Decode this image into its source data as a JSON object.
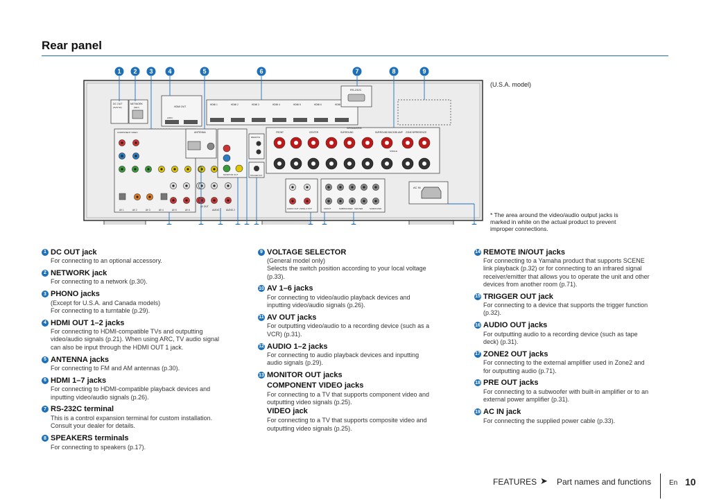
{
  "page": {
    "title": "Rear panel",
    "model_label": "(U.S.A. model)",
    "note": "* The area around the video/audio output jacks is marked in white on the actual product to prevent improper connections."
  },
  "panel_labels": {
    "dc_out": "DC OUT",
    "dc_out_sub": "(5V/0.5A)",
    "network": "NETWORK",
    "network_sub": "(NET)",
    "hdmi_out": "HDMI OUT",
    "arc": "(ARC)",
    "hdmi_inputs": [
      "HDMI 1",
      "HDMI 2",
      "HDMI 3",
      "HDMI 4",
      "HDMI 5",
      "HDMI 6",
      "HDMI 7"
    ],
    "rs232c": "RS-232C",
    "speakers": "SPEAKERS",
    "antenna": "ANTENNA",
    "component_video": "COMPONENT VIDEO",
    "monitor_out": "MONITOR OUT",
    "remote": "REMOTE",
    "trigger_out": "TRIGGER OUT",
    "ac_in": "AC IN",
    "av_inputs": [
      "AV 1",
      "AV 2",
      "AV 3",
      "AV 4",
      "AV 5",
      "AV 6"
    ],
    "av_out": "AV OUT",
    "audio_inputs": [
      "AUDIO 1",
      "AUDIO 2"
    ],
    "audio_out": "AUDIO OUT",
    "zone2_out": "ZONE 2 OUT",
    "speaker_channels": [
      "FRONT",
      "CENTER",
      "SURROUND",
      "SURROUND BACK/BI-AMP",
      "ZONE B/PRESENCE"
    ],
    "pre_out": [
      "FRONT",
      "SUBWOOFER",
      "CENTER",
      "SURROUND"
    ],
    "single": "SINGLE"
  },
  "items": [
    {
      "num": "1",
      "title": "DC OUT jack",
      "desc": [
        "For connecting to an optional accessory."
      ]
    },
    {
      "num": "2",
      "title": "NETWORK jack",
      "desc": [
        "For connecting to a network (p.30)."
      ]
    },
    {
      "num": "3",
      "title": "PHONO jacks",
      "desc": [
        "(Except for U.S.A. and Canada models)",
        "For connecting to a turntable (p.29)."
      ]
    },
    {
      "num": "4",
      "title": "HDMI OUT 1–2 jacks",
      "desc": [
        "For connecting to HDMI-compatible TVs and outputting",
        "video/audio signals (p.21). When using ARC, TV audio signal",
        "can also be input through the HDMI OUT 1 jack."
      ]
    },
    {
      "num": "5",
      "title": "ANTENNA jacks",
      "desc": [
        "For connecting to FM and AM antennas (p.30)."
      ]
    },
    {
      "num": "6",
      "title": "HDMI 1–7 jacks",
      "desc": [
        "For connecting to HDMI-compatible playback devices and",
        "inputting video/audio signals (p.26)."
      ]
    },
    {
      "num": "7",
      "title": "RS-232C terminal",
      "desc": [
        "This is a control expansion terminal for custom installation.",
        "Consult your dealer for details."
      ]
    },
    {
      "num": "8",
      "title": "SPEAKERS terminals",
      "desc": [
        "For connecting to speakers (p.17)."
      ]
    },
    {
      "num": "9",
      "title": "VOLTAGE SELECTOR",
      "desc": [
        "(General model only)",
        "Selects the switch position according to your local voltage",
        "(p.33)."
      ]
    },
    {
      "num": "10",
      "title": "AV 1–6 jacks",
      "desc": [
        "For connecting to video/audio playback devices and",
        "inputting video/audio signals (p.26)."
      ]
    },
    {
      "num": "11",
      "title": "AV OUT jacks",
      "desc": [
        "For outputting video/audio to a recording device (such as a",
        "VCR) (p.31)."
      ]
    },
    {
      "num": "12",
      "title": "AUDIO 1–2 jacks",
      "desc": [
        "For connecting to audio playback devices and inputting",
        "audio signals (p.29)."
      ]
    },
    {
      "num": "13",
      "title": "MONITOR OUT jacks",
      "subtitle": "COMPONENT VIDEO jacks",
      "desc": [
        "For connecting to a TV that supports component video and",
        "outputting video signals (p.25)."
      ],
      "subtitle2": "VIDEO jack",
      "desc2": [
        "For connecting to a TV that supports composite video and",
        "outputting video signals (p.25)."
      ]
    },
    {
      "num": "14",
      "title": "REMOTE IN/OUT jacks",
      "desc": [
        "For connecting to a Yamaha product that supports SCENE",
        "link playback (p.32) or for connecting to an infrared signal",
        "receiver/emitter that allows you to operate the unit and other",
        "devices from another room (p.71)."
      ]
    },
    {
      "num": "15",
      "title": "TRIGGER OUT jack",
      "desc": [
        "For connecting to a device that supports the trigger function",
        "(p.32)."
      ]
    },
    {
      "num": "16",
      "title": "AUDIO OUT jacks",
      "desc": [
        "For outputting audio to a recording device (such as tape",
        "deck) (p.31)."
      ]
    },
    {
      "num": "17",
      "title": "ZONE2 OUT jacks",
      "desc": [
        "For connecting to the external amplifier used in Zone2 and",
        "for outputting audio (p.71)."
      ]
    },
    {
      "num": "18",
      "title": "PRE OUT jacks",
      "desc": [
        "For connecting to a subwoofer with built-in amplifier or to an",
        "external power amplifier (p.31)."
      ]
    },
    {
      "num": "19",
      "title": "AC IN jack",
      "desc": [
        "For connecting the supplied power cable (p.33)."
      ]
    }
  ],
  "footer": {
    "section": "FEATURES",
    "arrow": "➤",
    "subsection": "Part names and functions",
    "lang": "En",
    "page_number": "10"
  }
}
